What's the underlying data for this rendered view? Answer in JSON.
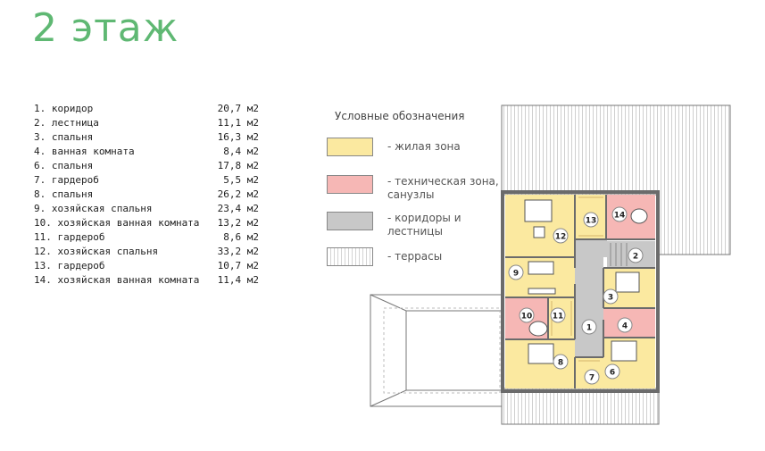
{
  "header": {
    "title": "2 этаж"
  },
  "rooms": [
    {
      "label": "1. коридор",
      "area": "20,7 м2"
    },
    {
      "label": "2. лестница",
      "area": "11,1 м2"
    },
    {
      "label": "3. спальня",
      "area": "16,3 м2"
    },
    {
      "label": "4. ванная комната",
      "area": "8,4 м2"
    },
    {
      "label": "6. спальня",
      "area": "17,8 м2"
    },
    {
      "label": "7. гардероб",
      "area": "5,5 м2"
    },
    {
      "label": "8. спальня",
      "area": "26,2 м2"
    },
    {
      "label": "9. хозяйская спальня",
      "area": "23,4 м2"
    },
    {
      "label": "10. хозяйская ванная комната",
      "area": "13,2 м2"
    },
    {
      "label": "11. гардероб",
      "area": "8,6 м2"
    },
    {
      "label": "12. хозяйская спальня",
      "area": "33,2 м2"
    },
    {
      "label": "13. гардероб",
      "area": "10,7 м2"
    },
    {
      "label": "14. хозяйская ванная комната",
      "area": "11,4 м2"
    }
  ],
  "legend": {
    "title": "Условные обозначения",
    "items": [
      {
        "label": "- жилая зона",
        "color": "#fbe9a0"
      },
      {
        "label": "- техническая зона, санузлы",
        "color": "#f6b7b5"
      },
      {
        "label": "- коридоры и лестницы",
        "color": "#c8c8c8"
      },
      {
        "label": "- террасы",
        "color": "#ffffff"
      }
    ]
  },
  "plan": {
    "room_numbers": [
      "1",
      "2",
      "3",
      "4",
      "6",
      "7",
      "8",
      "9",
      "10",
      "11",
      "12",
      "13",
      "14"
    ],
    "colors": {
      "living": "#fbe9a0",
      "technical": "#f6b7b5",
      "corridor": "#c8c8c8",
      "wall": "#6b6b6b"
    }
  }
}
